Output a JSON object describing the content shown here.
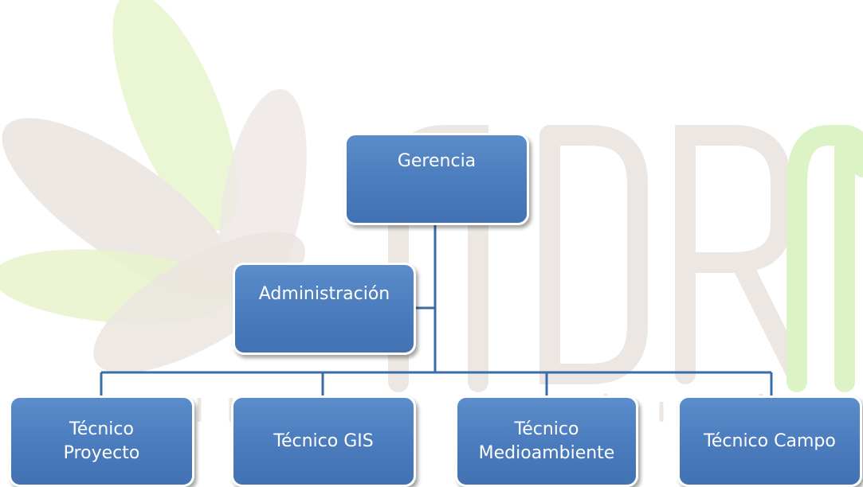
{
  "watermark": {
    "logo_text": "ADRA",
    "colors": {
      "leaf_green": "#e6f4c9",
      "leaf_grey": "#e9e3df",
      "letters": "#ece7e3",
      "letter_green": "#d8f2c0"
    }
  },
  "colors": {
    "node_fill": "#4a7bbd",
    "node_border": "#ffffff",
    "connector": "#3a6da8"
  },
  "org_chart": {
    "root": {
      "label": "Gerencia"
    },
    "assistant": {
      "label": "Administración"
    },
    "children": [
      {
        "label_line1": "Técnico",
        "label_line2": "Proyecto"
      },
      {
        "label_line1": "Técnico GIS",
        "label_line2": ""
      },
      {
        "label_line1": "Técnico",
        "label_line2": "Medioambiente"
      },
      {
        "label_line1": "Técnico Campo",
        "label_line2": ""
      }
    ]
  }
}
